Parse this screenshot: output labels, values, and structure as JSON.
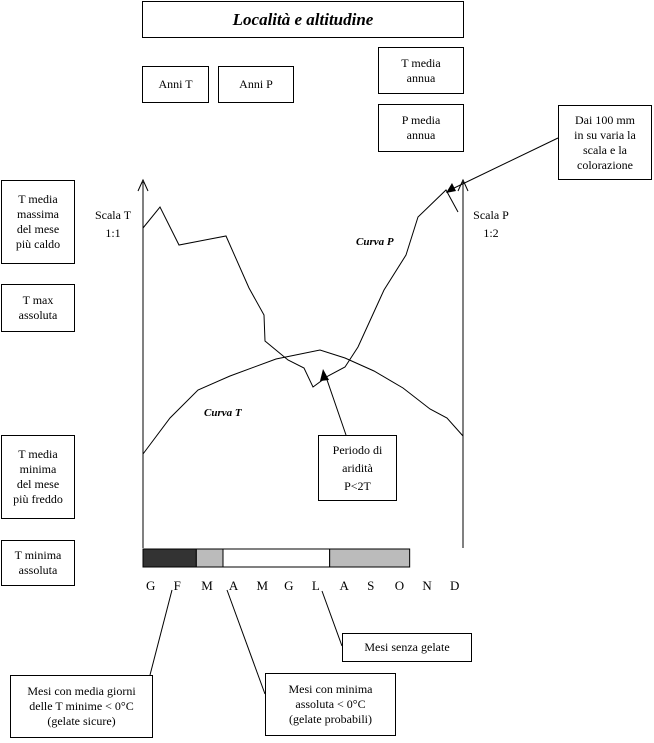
{
  "title": "Località e altitudine",
  "top_boxes": {
    "anni_t": "Anni T",
    "anni_p": "Anni P",
    "t_media_annua": "T media\nannua",
    "p_media_annua": "P media\nannua"
  },
  "left_boxes": {
    "t_media_max": "T media\nmassima\ndel mese\npiù caldo",
    "t_max_assoluta": "T max\nassoluta",
    "t_media_min": "T media\nminima\ndel mese\npiù freddo",
    "t_min_assoluta": "T minima\nassoluta"
  },
  "scales": {
    "left": "Scala T\n1:1",
    "right": "Scala P\n1:2"
  },
  "curves": {
    "p_label": "Curva P",
    "t_label": "Curva T"
  },
  "callouts": {
    "scale_note": "Dai 100 mm\nin su varia la\nscala e la\ncolorazione",
    "aridity": "Periodo di\naridità\nP<2T",
    "frost_free": "Mesi senza gelate",
    "sure_frost": "Mesi con media giorni\ndelle T minime < 0°C\n(gelate sicure)",
    "probable_frost": "Mesi con minima\nassoluta < 0°C\n(gelate probabili)"
  },
  "months": [
    "G",
    "F",
    "M",
    "A",
    "M",
    "G",
    "L",
    "A",
    "S",
    "O",
    "N",
    "D"
  ],
  "frost_bar": [
    {
      "months": 2,
      "color": "#333333",
      "kind": "sure"
    },
    {
      "months": 1,
      "color": "#bbbbbb",
      "kind": "probable"
    },
    {
      "months": 4,
      "color": "#ffffff",
      "kind": "none"
    },
    {
      "months": 3,
      "color": "#bbbbbb",
      "kind": "probable"
    }
  ],
  "colors": {
    "line": "#000000",
    "dark": "#333333",
    "light": "#bbbbbb"
  }
}
